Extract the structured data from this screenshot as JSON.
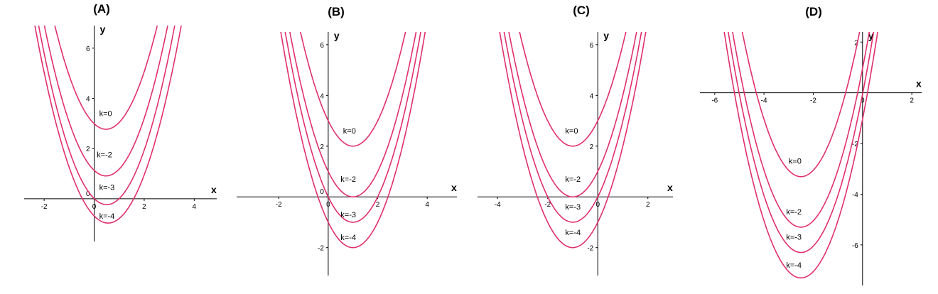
{
  "colors": {
    "curve": "#e0306a",
    "axis": "#000000"
  },
  "chart_data": [
    {
      "type": "line",
      "title": "(A)",
      "xlabel": "x",
      "ylabel": "y",
      "xlim": [
        -2.8,
        4.9
      ],
      "ylim": [
        -1.7,
        6.9
      ],
      "xticks": [
        "-2",
        "0",
        "2",
        "4"
      ],
      "yticks": [
        "0",
        "2",
        "4",
        "6"
      ],
      "series": [
        {
          "name": "k=0",
          "x": [
            -2.6,
            -2.0,
            -1.0,
            0.0,
            0.5,
            1.0,
            2.0,
            3.0,
            3.2
          ],
          "y": [
            11.8,
            9.1,
            5.1,
            2.9,
            2.7,
            2.9,
            5.1,
            9.1,
            10.1
          ]
        },
        {
          "name": "k=-2",
          "x": [
            -2.6,
            -2.0,
            -1.0,
            0.0,
            0.5,
            1.0,
            2.0,
            3.0,
            3.5
          ],
          "y": [
            9.9,
            7.3,
            3.3,
            1.0,
            0.8,
            1.0,
            3.3,
            7.3,
            9.9
          ]
        },
        {
          "name": "k=-3",
          "x": [
            -2.6,
            -2.0,
            -1.0,
            0.0,
            0.5,
            1.0,
            2.0,
            3.0,
            3.6
          ],
          "y": [
            8.8,
            6.1,
            2.1,
            -0.2,
            -0.3,
            -0.2,
            2.1,
            6.1,
            8.8
          ]
        },
        {
          "name": "k=-4",
          "x": [
            -2.6,
            -2.0,
            -1.0,
            0.0,
            0.5,
            1.0,
            2.0,
            3.0,
            3.8
          ],
          "y": [
            8.1,
            5.3,
            1.3,
            -1.0,
            -1.2,
            -1.0,
            1.3,
            5.3,
            8.1
          ]
        }
      ]
    },
    {
      "type": "line",
      "title": "(B)",
      "xlabel": "x",
      "ylabel": "y",
      "xlim": [
        -3.7,
        5.2
      ],
      "ylim": [
        -3.1,
        6.5
      ],
      "xticks": [
        "-2",
        "0",
        "2",
        "4"
      ],
      "yticks": [
        "-2",
        "0",
        "2",
        "4",
        "6"
      ],
      "series": [
        {
          "name": "k=0",
          "x": [
            -2.5,
            -2.0,
            -1.0,
            0.0,
            1.0,
            2.0,
            3.0,
            4.0,
            4.5
          ],
          "y": [
            14.25,
            11.0,
            6.0,
            3.0,
            2.0,
            3.0,
            6.0,
            11.0,
            14.25
          ]
        },
        {
          "name": "k=-2",
          "x": [
            -2.5,
            -2.0,
            -1.0,
            0.0,
            1.0,
            2.0,
            3.0,
            4.0,
            4.5
          ],
          "y": [
            12.25,
            9.0,
            4.0,
            1.0,
            0.0,
            1.0,
            4.0,
            9.0,
            12.25
          ]
        },
        {
          "name": "k=-3",
          "x": [
            -2.5,
            -2.0,
            -1.0,
            0.0,
            1.0,
            2.0,
            3.0,
            4.0,
            4.5
          ],
          "y": [
            11.25,
            8.0,
            3.0,
            0.0,
            -1.0,
            0.0,
            3.0,
            8.0,
            11.25
          ]
        },
        {
          "name": "k=-4",
          "x": [
            -2.5,
            -2.0,
            -1.0,
            0.0,
            1.0,
            2.0,
            3.0,
            4.0,
            4.5
          ],
          "y": [
            10.25,
            7.0,
            2.0,
            -1.0,
            -2.0,
            -1.0,
            2.0,
            7.0,
            10.25
          ]
        }
      ]
    },
    {
      "type": "line",
      "title": "(C)",
      "xlabel": "x",
      "ylabel": "y",
      "xlim": [
        -4.8,
        3.0
      ],
      "ylim": [
        -3.1,
        6.5
      ],
      "xticks": [
        "-4",
        "-2",
        "0",
        "2"
      ],
      "yticks": [
        "-2",
        "2",
        "4",
        "6"
      ],
      "series": [
        {
          "name": "k=0",
          "x": [
            -4.5,
            -4.0,
            -3.0,
            -2.0,
            -1.0,
            0.0,
            1.0,
            1.5
          ],
          "y": [
            14.25,
            11.0,
            6.0,
            3.0,
            2.0,
            3.0,
            6.0,
            8.25
          ]
        },
        {
          "name": "k=-2",
          "x": [
            -4.5,
            -4.0,
            -3.0,
            -2.0,
            -1.0,
            0.0,
            1.0,
            1.7
          ],
          "y": [
            12.25,
            9.0,
            4.0,
            1.0,
            0.0,
            1.0,
            4.0,
            7.3
          ]
        },
        {
          "name": "k=-3",
          "x": [
            -4.5,
            -4.0,
            -3.0,
            -2.0,
            -1.0,
            0.0,
            1.0,
            1.8
          ],
          "y": [
            11.25,
            8.0,
            3.0,
            0.0,
            -1.0,
            0.0,
            3.0,
            6.8
          ]
        },
        {
          "name": "k=-4",
          "x": [
            -4.5,
            -4.0,
            -3.0,
            -2.0,
            -1.0,
            0.0,
            1.0,
            2.0
          ],
          "y": [
            10.25,
            7.0,
            2.0,
            -1.0,
            -2.0,
            -1.0,
            2.0,
            7.0
          ]
        }
      ]
    },
    {
      "type": "line",
      "title": "(D)",
      "xlabel": "x",
      "ylabel": "y",
      "xlim": [
        -6.6,
        2.4
      ],
      "ylim": [
        -7.6,
        2.4
      ],
      "xticks": [
        "-6",
        "-4",
        "-2",
        "0",
        "2"
      ],
      "yticks": [
        "-6",
        "-4",
        "-2",
        "2"
      ],
      "series": [
        {
          "name": "k=0",
          "x": [
            -5.3,
            -5.0,
            -4.0,
            -3.0,
            -2.5,
            -2.0,
            -1.0,
            0.0,
            0.3
          ],
          "y": [
            4.6,
            2.95,
            -1.05,
            -3.05,
            -3.3,
            -3.05,
            -1.05,
            2.95,
            4.6
          ]
        },
        {
          "name": "k=-2",
          "x": [
            -5.5,
            -5.0,
            -4.0,
            -3.0,
            -2.5,
            -2.0,
            -1.0,
            0.0,
            0.5
          ],
          "y": [
            3.7,
            0.95,
            -3.05,
            -5.05,
            -5.3,
            -5.05,
            -3.05,
            0.95,
            3.7
          ]
        },
        {
          "name": "k=-3",
          "x": [
            -5.6,
            -5.0,
            -4.0,
            -3.0,
            -2.5,
            -2.0,
            -1.0,
            0.0,
            0.6
          ],
          "y": [
            3.3,
            -0.05,
            -4.05,
            -6.05,
            -6.3,
            -6.05,
            -4.05,
            -0.05,
            3.3
          ]
        },
        {
          "name": "k=-4",
          "x": [
            -5.8,
            -5.0,
            -4.0,
            -3.0,
            -2.5,
            -2.0,
            -1.0,
            0.0,
            0.8
          ],
          "y": [
            3.6,
            -1.05,
            -5.05,
            -7.05,
            -7.3,
            -7.05,
            -5.05,
            -1.05,
            3.6
          ]
        }
      ]
    }
  ]
}
